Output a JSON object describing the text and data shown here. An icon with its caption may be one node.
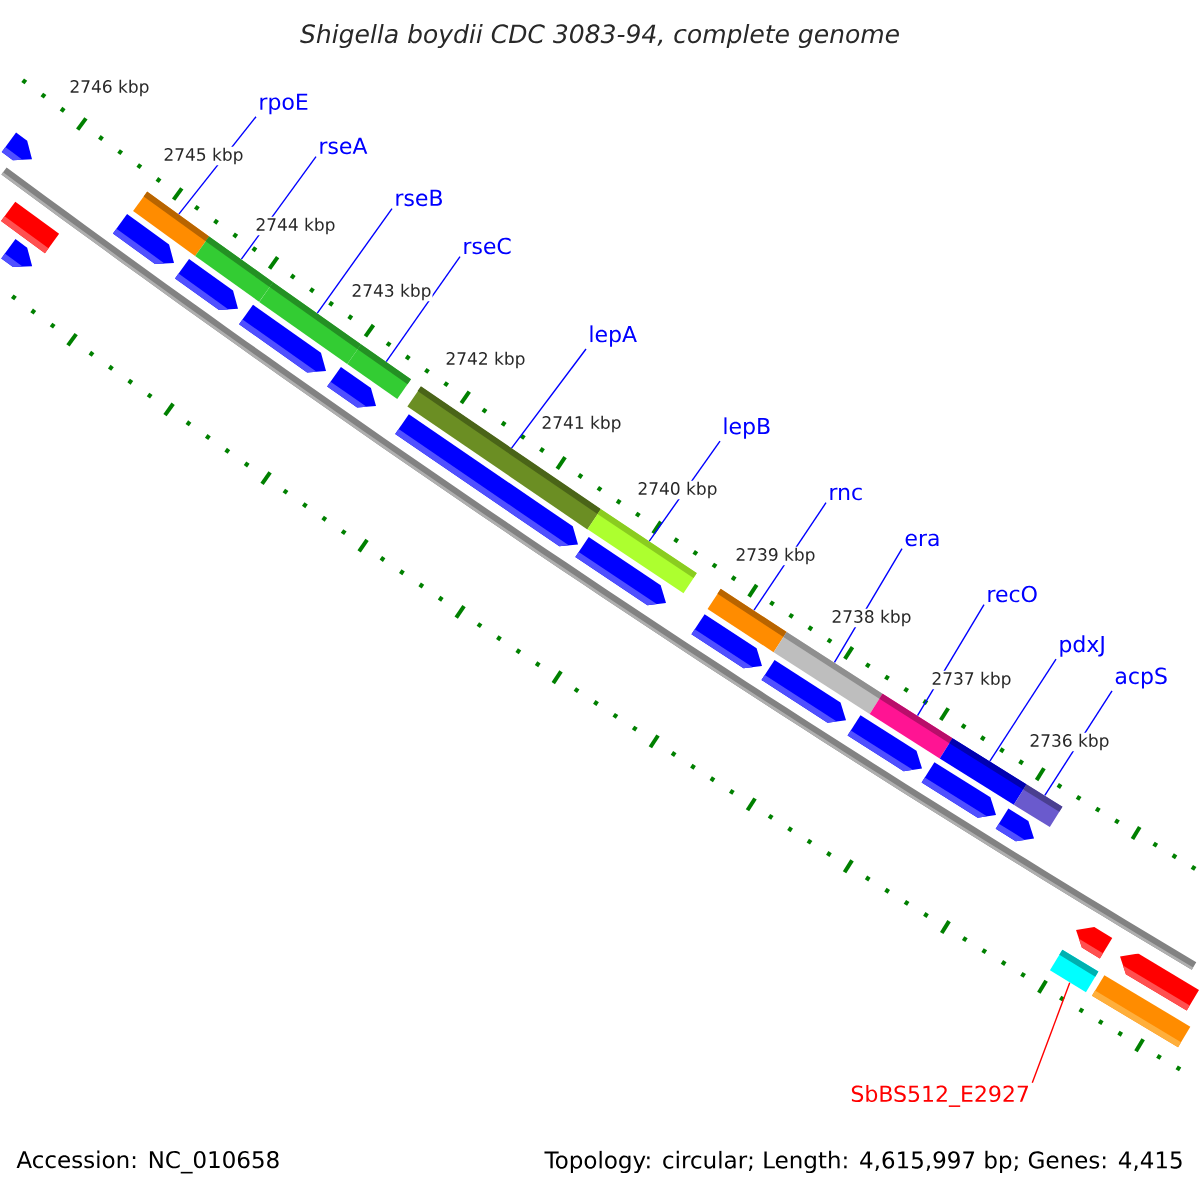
{
  "diagram": {
    "title": "Shigella boydii CDC 3083-94, complete genome",
    "nodes": [
      {
        "text": [
          "rpoE"
        ]
      },
      {
        "text": [
          "rseA"
        ]
      },
      {
        "text": [
          "rseB"
        ]
      },
      {
        "text": [
          "rseC"
        ]
      },
      {
        "text": [
          "lepA"
        ]
      },
      {
        "text": [
          "lepB"
        ]
      },
      {
        "text": [
          "rnc"
        ]
      },
      {
        "text": [
          "era"
        ]
      },
      {
        "text": [
          "recO"
        ]
      },
      {
        "text": [
          "pdxJ"
        ]
      },
      {
        "text": [
          "acpS"
        ]
      },
      {
        "text": [
          "SbBS512_E2927"
        ]
      },
      {
        "text": [],
        "shape": "bar"
      },
      {
        "text": [],
        "shape": "bar"
      },
      {
        "text": [],
        "shape": "bar"
      },
      {
        "text": [],
        "shape": "bar"
      },
      {
        "text": [],
        "shape": "bar"
      },
      {
        "text": [],
        "shape": "bar"
      },
      {
        "text": [],
        "shape": "bar"
      },
      {
        "text": [],
        "shape": "bar"
      },
      {
        "text": [],
        "shape": "bar"
      },
      {
        "text": [],
        "shape": "bar"
      },
      {
        "text": [],
        "shape": "bar"
      },
      {
        "text": [],
        "shape": "bar"
      }
    ],
    "edges": [
      {
        "from": 0,
        "to": 12,
        "arrow": "none"
      },
      {
        "from": 1,
        "to": 13,
        "arrow": "none"
      },
      {
        "from": 2,
        "to": 14,
        "arrow": "none"
      },
      {
        "from": 3,
        "to": 15,
        "arrow": "none"
      },
      {
        "from": 4,
        "to": 16,
        "arrow": "none"
      },
      {
        "from": 5,
        "to": 17,
        "arrow": "none"
      },
      {
        "from": 6,
        "to": 18,
        "arrow": "none"
      },
      {
        "from": 7,
        "to": 19,
        "arrow": "none"
      },
      {
        "from": 8,
        "to": 20,
        "arrow": "none"
      },
      {
        "from": 9,
        "to": 21,
        "arrow": "none"
      },
      {
        "from": 10,
        "to": 22,
        "arrow": "none"
      },
      {
        "from": 11,
        "to": 23,
        "arrow": "none",
        "color": "#ff0000"
      }
    ],
    "labels": [
      "2746 kbp",
      "2745 kbp",
      "2744 kbp",
      "2743 kbp",
      "2742 kbp",
      "2741 kbp",
      "2740 kbp",
      "2739 kbp",
      "2738 kbp",
      "2737 kbp",
      "2736 kbp",
      "Accession: NC_010658",
      "Topology: circular; Length: 4,615,997 bp; Genes: 4,415"
    ]
  }
}
